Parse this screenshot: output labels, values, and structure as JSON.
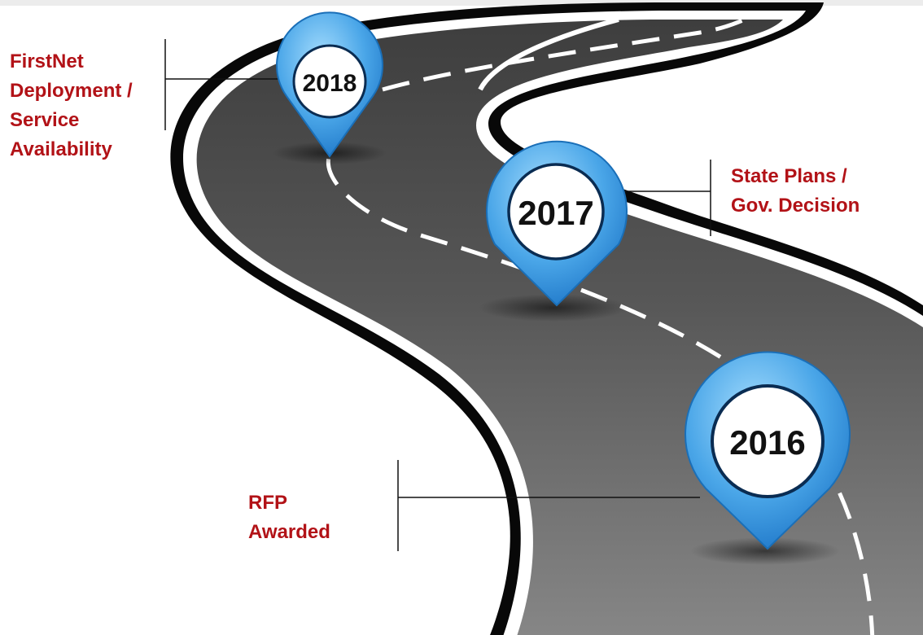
{
  "milestones": [
    {
      "year": "2018",
      "label_lines": [
        "FirstNet",
        "Deployment /",
        "Service",
        "Availability"
      ]
    },
    {
      "year": "2017",
      "label_lines": [
        "State Plans /",
        "Gov. Decision"
      ]
    },
    {
      "year": "2016",
      "label_lines": [
        "RFP",
        "Awarded"
      ]
    }
  ],
  "colors": {
    "label": "#b21217",
    "road": "#505050",
    "pin_blue": "#4aa6e8",
    "pin_light": "#8fd0fb",
    "pin_dark": "#1c74c6"
  }
}
